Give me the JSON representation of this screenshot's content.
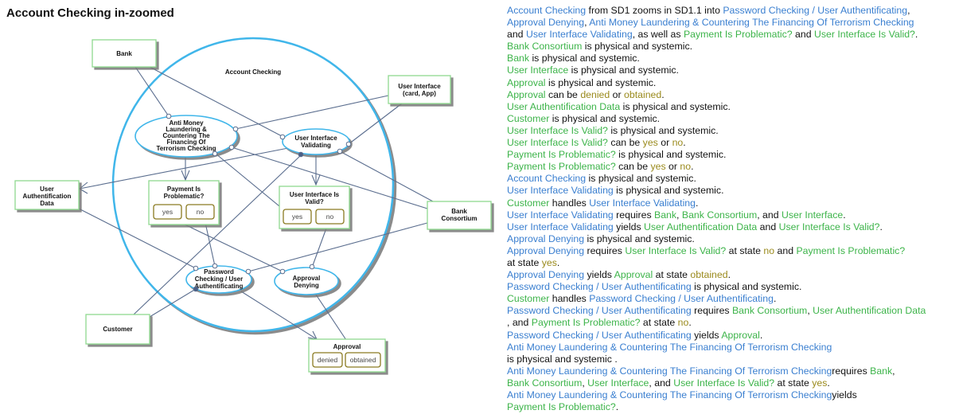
{
  "title": "Account Checking in-zoomed",
  "diagram": {
    "inzoomed_process": "Account Checking",
    "objects": {
      "bank": "Bank",
      "user_interface": [
        "User Interface",
        "(card, App)"
      ],
      "user_auth_data": [
        "User",
        "Authentification",
        "Data"
      ],
      "payment": [
        "Payment Is",
        "Problematic?"
      ],
      "ui_valid": [
        "User Interface Is",
        "Valid?"
      ],
      "bank_consortium": [
        "Bank",
        "Consortium"
      ],
      "customer": "Customer",
      "approval": "Approval"
    },
    "processes": {
      "aml": [
        "Anti Money",
        "Laundering &",
        "Countering The",
        "Financing Of",
        "Terrorism Checking"
      ],
      "uiv": [
        "User Interface",
        "Validating"
      ],
      "password": [
        "Password",
        "Checking / User",
        "Authentificating"
      ],
      "approval_denying": [
        "Approval",
        "Denying"
      ]
    },
    "states": {
      "payment_yes": "yes",
      "payment_no": "no",
      "uivalid_yes": "yes",
      "uivalid_no": "no",
      "approval_denied": "denied",
      "approval_obtained": "obtained"
    }
  },
  "opl": [
    [
      [
        "p",
        "Account Checking"
      ],
      [
        "t",
        " from SD1 zooms in SD1.1 into "
      ],
      [
        "p",
        "Password Checking / User Authentificating"
      ],
      [
        "t",
        ","
      ]
    ],
    [
      [
        "p",
        "Approval Denying"
      ],
      [
        "t",
        ", "
      ],
      [
        "p",
        "Anti Money Laundering & Countering The Financing Of Terrorism Checking"
      ]
    ],
    [
      [
        "t",
        "  and  "
      ],
      [
        "p",
        "User Interface Validating"
      ],
      [
        "t",
        ", as well as "
      ],
      [
        "o",
        "Payment Is Problematic?"
      ],
      [
        "t",
        " and "
      ],
      [
        "o",
        "User Interface Is Valid?"
      ],
      [
        "t",
        "."
      ]
    ],
    [
      [
        "o",
        "Bank Consortium"
      ],
      [
        "t",
        " is physical and systemic."
      ]
    ],
    [
      [
        "o",
        "Bank"
      ],
      [
        "t",
        " is physical and systemic."
      ]
    ],
    [
      [
        "o",
        "User Interface"
      ],
      [
        "t",
        " is physical and systemic."
      ]
    ],
    [
      [
        "o",
        "Approval"
      ],
      [
        "t",
        " is physical and systemic."
      ]
    ],
    [
      [
        "o",
        "Approval"
      ],
      [
        "t",
        " can be "
      ],
      [
        "s",
        "denied"
      ],
      [
        "t",
        " or "
      ],
      [
        "s",
        "obtained"
      ],
      [
        "t",
        "."
      ]
    ],
    [
      [
        "o",
        "User Authentification Data"
      ],
      [
        "t",
        " is physical and systemic."
      ]
    ],
    [
      [
        "o",
        "Customer"
      ],
      [
        "t",
        " is physical and systemic."
      ]
    ],
    [
      [
        "o",
        "User Interface Is Valid?"
      ],
      [
        "t",
        " is physical and systemic."
      ]
    ],
    [
      [
        "o",
        "User Interface Is Valid?"
      ],
      [
        "t",
        " can be "
      ],
      [
        "s",
        "yes"
      ],
      [
        "t",
        " or "
      ],
      [
        "s",
        "no"
      ],
      [
        "t",
        "."
      ]
    ],
    [
      [
        "o",
        "Payment Is Problematic?"
      ],
      [
        "t",
        " is physical and systemic."
      ]
    ],
    [
      [
        "o",
        "Payment Is Problematic?"
      ],
      [
        "t",
        " can be "
      ],
      [
        "s",
        "yes"
      ],
      [
        "t",
        " or "
      ],
      [
        "s",
        "no"
      ],
      [
        "t",
        "."
      ]
    ],
    [
      [
        "p",
        "Account Checking"
      ],
      [
        "t",
        " is physical and systemic."
      ]
    ],
    [
      [
        "p",
        "User Interface Validating"
      ],
      [
        "t",
        " is physical and systemic."
      ]
    ],
    [
      [
        "o",
        "Customer"
      ],
      [
        "t",
        " handles "
      ],
      [
        "p",
        "User Interface Validating"
      ],
      [
        "t",
        "."
      ]
    ],
    [
      [
        "p",
        "User Interface Validating"
      ],
      [
        "t",
        " requires "
      ],
      [
        "o",
        "Bank"
      ],
      [
        "t",
        ", "
      ],
      [
        "o",
        "Bank Consortium"
      ],
      [
        "t",
        ",  and "
      ],
      [
        "o",
        "User Interface"
      ],
      [
        "t",
        "."
      ]
    ],
    [
      [
        "p",
        "User Interface Validating"
      ],
      [
        "t",
        " yields "
      ],
      [
        "o",
        "User Authentification Data"
      ],
      [
        "t",
        " and "
      ],
      [
        "o",
        "User Interface Is Valid?"
      ],
      [
        "t",
        "."
      ]
    ],
    [
      [
        "p",
        "Approval Denying"
      ],
      [
        "t",
        " is physical and systemic."
      ]
    ],
    [
      [
        "p",
        "Approval Denying"
      ],
      [
        "t",
        " requires "
      ],
      [
        "o",
        "User Interface Is Valid?"
      ],
      [
        "t",
        " at state "
      ],
      [
        "s",
        "no"
      ],
      [
        "t",
        " and "
      ],
      [
        "o",
        "Payment Is Problematic?"
      ]
    ],
    [
      [
        "t",
        "at state  "
      ],
      [
        "s",
        "yes"
      ],
      [
        "t",
        "."
      ]
    ],
    [
      [
        "p",
        "Approval Denying"
      ],
      [
        "t",
        " yields "
      ],
      [
        "o",
        "Approval"
      ],
      [
        "t",
        " at state "
      ],
      [
        "s",
        "obtained"
      ],
      [
        "t",
        "."
      ]
    ],
    [
      [
        "p",
        "Password Checking / User Authentificating"
      ],
      [
        "t",
        " is physical and systemic."
      ]
    ],
    [
      [
        "o",
        "Customer"
      ],
      [
        "t",
        " handles "
      ],
      [
        "p",
        "Password Checking / User Authentificating"
      ],
      [
        "t",
        "."
      ]
    ],
    [
      [
        "p",
        "Password Checking / User Authentificating"
      ],
      [
        "t",
        " requires "
      ],
      [
        "o",
        "Bank Consortium"
      ],
      [
        "t",
        ", "
      ],
      [
        "o",
        "User Authentification Data"
      ]
    ],
    [
      [
        "t",
        ",  and "
      ],
      [
        "o",
        "Payment Is Problematic?"
      ],
      [
        "t",
        " at state "
      ],
      [
        "s",
        "no"
      ],
      [
        "t",
        "."
      ]
    ],
    [
      [
        "p",
        "Password Checking / User Authentificating"
      ],
      [
        "t",
        " yields "
      ],
      [
        "o",
        "Approval"
      ],
      [
        "t",
        "."
      ]
    ],
    [
      [
        "p",
        "Anti Money Laundering & Countering The Financing Of Terrorism Checking"
      ]
    ],
    [
      [
        "t",
        "is physical and systemic ."
      ]
    ],
    [
      [
        "p",
        "Anti Money Laundering & Countering The Financing Of Terrorism Checking"
      ],
      [
        "t",
        "requires "
      ],
      [
        "o",
        "Bank"
      ],
      [
        "t",
        ","
      ]
    ],
    [
      [
        "o",
        "Bank Consortium"
      ],
      [
        "t",
        ",  "
      ],
      [
        "o",
        "User Interface"
      ],
      [
        "t",
        ",  and "
      ],
      [
        "o",
        "User Interface Is Valid?"
      ],
      [
        "t",
        " at state "
      ],
      [
        "s",
        "yes"
      ],
      [
        "t",
        "."
      ]
    ],
    [
      [
        "p",
        "Anti Money Laundering & Countering The Financing Of Terrorism Checking"
      ],
      [
        "t",
        "yields"
      ]
    ],
    [
      [
        "o",
        "Payment Is Problematic?"
      ],
      [
        "t",
        "."
      ]
    ]
  ],
  "colors": {
    "process": "#3a7fd0",
    "object": "#3db44a",
    "state": "#9a8a1c",
    "link": "#5a6d8e",
    "inzoom_outline": "#3fb6ea",
    "object_border": "#8fd98f",
    "state_border": "#8a7a20"
  }
}
